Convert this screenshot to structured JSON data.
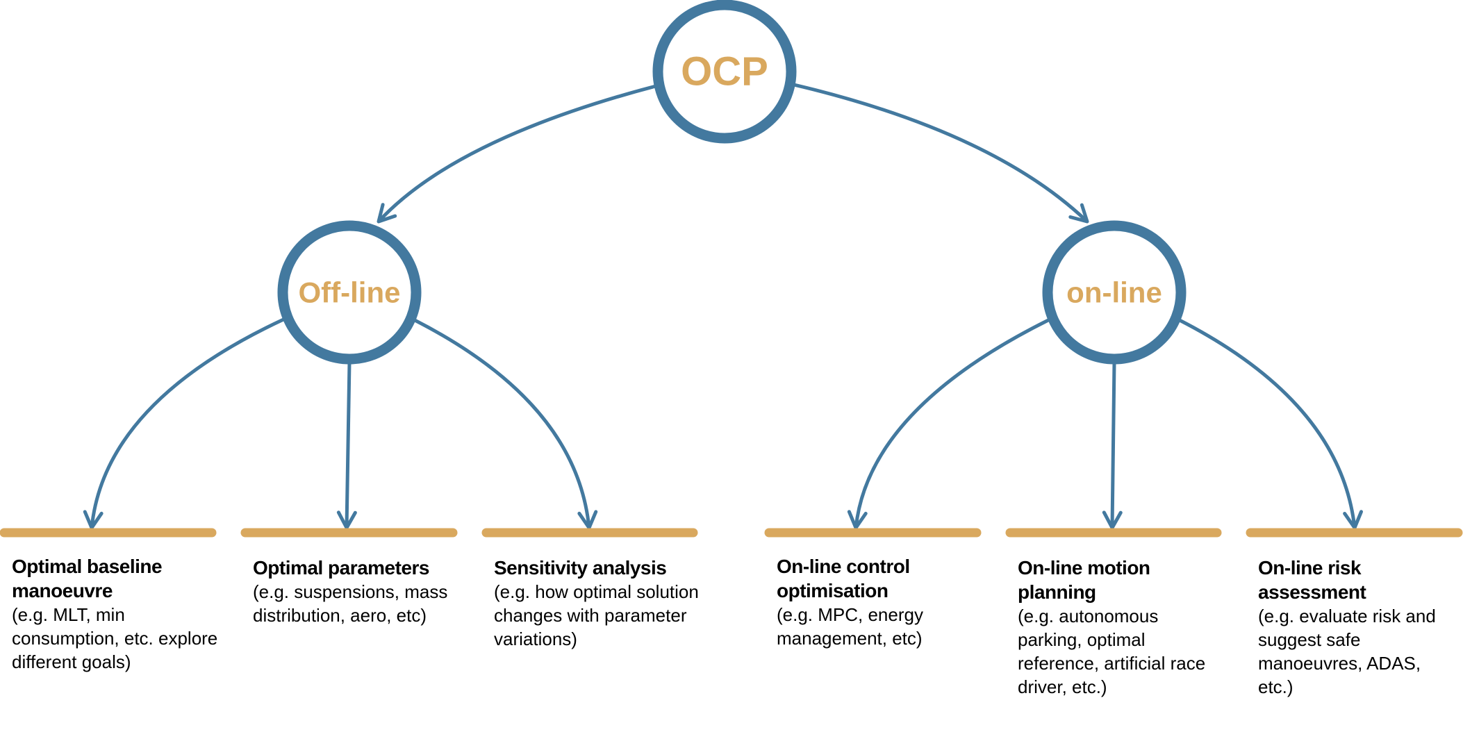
{
  "colors": {
    "node_border": "#43799f",
    "node_label": "#d9a85e",
    "arrow": "#43799f",
    "bar": "#d9a85e"
  },
  "root": {
    "label": "OCP"
  },
  "branches": [
    {
      "label": "Off-line"
    },
    {
      "label": "on-line"
    }
  ],
  "leaves": [
    {
      "title": "Optimal baseline manoeuvre",
      "description": "(e.g. MLT, min consumption, etc. explore different goals)"
    },
    {
      "title": "Optimal parameters",
      "description": "(e.g. suspensions, mass distribution, aero, etc)"
    },
    {
      "title": "Sensitivity analysis",
      "description": "(e.g. how optimal solution changes with parameter variations)"
    },
    {
      "title": "On-line control optimisation",
      "description": "(e.g. MPC, energy management, etc)"
    },
    {
      "title": "On-line motion planning",
      "description": "(e.g. autonomous parking, optimal reference, artificial race driver, etc.)"
    },
    {
      "title": "On-line risk assessment",
      "description": "(e.g. evaluate risk and suggest safe manoeuvres, ADAS, etc.)"
    }
  ]
}
